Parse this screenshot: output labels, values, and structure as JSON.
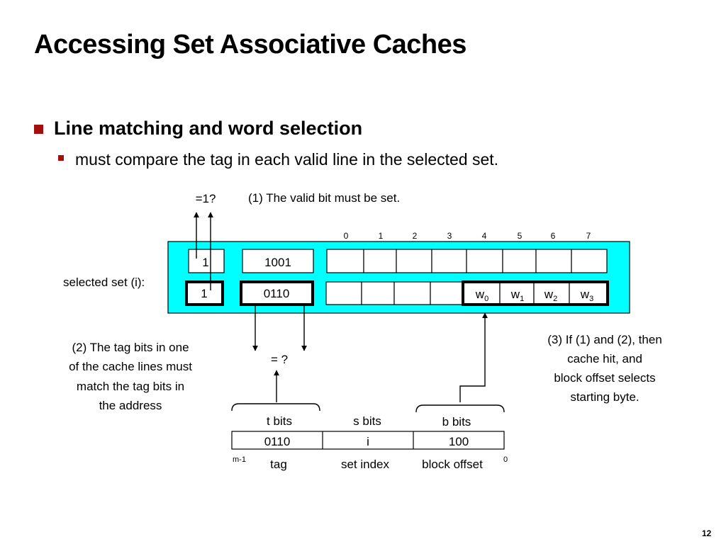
{
  "slide": {
    "title": "Accessing Set Associative Caches",
    "bullet_l1": "Line matching and word selection",
    "bullet_l2": "must compare the tag in each valid line in the selected set.",
    "page_number": "12"
  },
  "diagram": {
    "valid_check": "=1?",
    "note_valid": "(1) The valid bit must be set.",
    "byte_indices": [
      "0",
      "1",
      "2",
      "3",
      "4",
      "5",
      "6",
      "7"
    ],
    "selected_set_label": "selected set (i):",
    "line1": {
      "valid": "1",
      "tag": "1001"
    },
    "line2": {
      "valid": "1",
      "tag": "0110"
    },
    "words": [
      {
        "base": "w",
        "sub": "0"
      },
      {
        "base": "w",
        "sub": "1"
      },
      {
        "base": "w",
        "sub": "2"
      },
      {
        "base": "w",
        "sub": "3"
      }
    ],
    "tag_compare": "= ?",
    "note_tag": [
      "(2) The tag bits in one",
      "of the cache lines must",
      "match the tag bits in",
      "the address"
    ],
    "note_hit": [
      "(3) If (1) and (2), then",
      "cache hit, and",
      "block  offset selects",
      "starting byte."
    ],
    "address": {
      "t_bits": "t bits",
      "s_bits": "s bits",
      "b_bits": "b bits",
      "tag_value": "0110",
      "index_value": "i",
      "offset_value": "100",
      "high_bit": "m-1",
      "low_bit": "0",
      "tag_label": "tag",
      "index_label": "set index",
      "offset_label": "block offset"
    },
    "colors": {
      "cache_fill": "#00ffff",
      "bullet": "#a30f0f"
    }
  }
}
